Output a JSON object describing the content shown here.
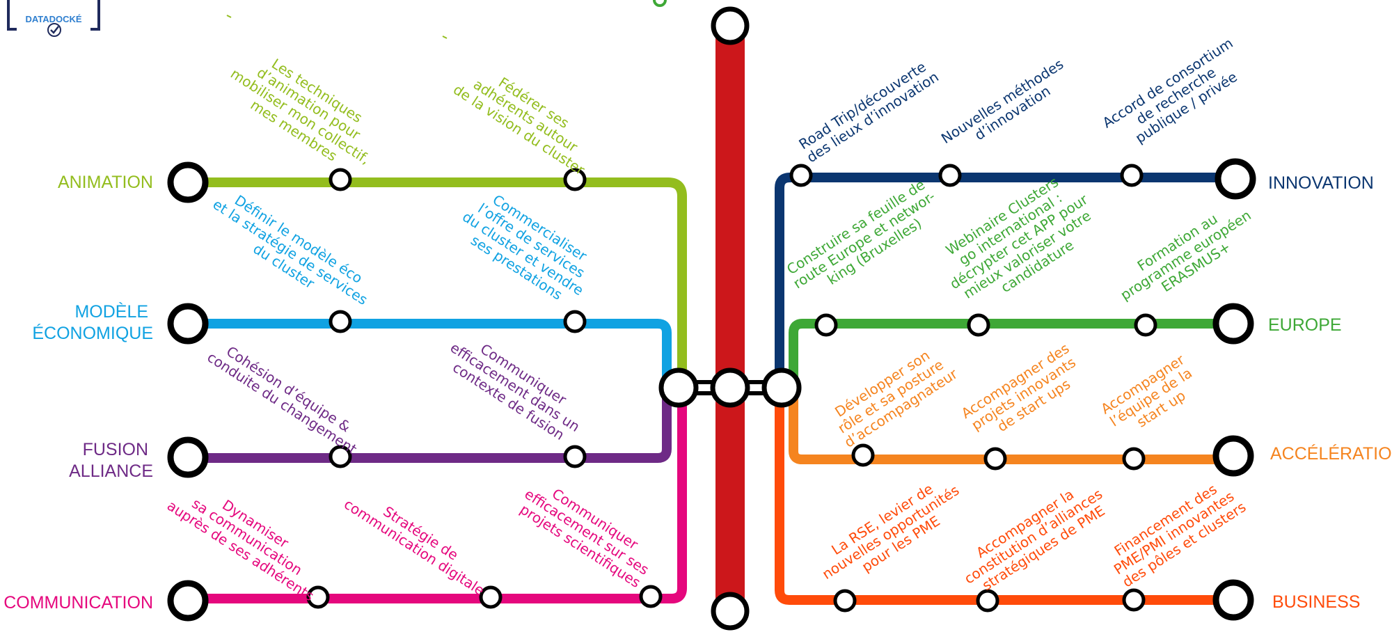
{
  "colors": {
    "animation": "#93bd1e",
    "modele": "#10a2e2",
    "fusion": "#6e2a86",
    "communication": "#e5077d",
    "innovation": "#0b3670",
    "europe": "#3ea836",
    "acceleration": "#f5841f",
    "business": "#ff4b0a",
    "trunk": "#cc171b"
  },
  "logo": {
    "text": "DATADOCKÉ",
    "icon": "checkmark-icon"
  },
  "lines": {
    "animation": {
      "name": [
        "ANIMATION"
      ],
      "stations": [
        [
          "Les techniques",
          "d’animation pour",
          "mobiliser mon collectif,",
          "mes membres"
        ],
        [
          "Fédérer ses",
          "adhérents autour",
          "de la vision du cluster"
        ]
      ]
    },
    "modele": {
      "name": [
        "MODÈLE",
        "ÉCONOMIQUE"
      ],
      "stations": [
        [
          "Définir le modèle éco",
          "et la stratégie de services",
          "du cluster"
        ],
        [
          "Commercialiser",
          "l’offre de services",
          "du cluster et vendre",
          "ses prestations"
        ]
      ]
    },
    "fusion": {
      "name": [
        "FUSION",
        "ALLIANCE"
      ],
      "stations": [
        [
          "Cohésion d’équipe &",
          "conduite du changement"
        ],
        [
          "Communiquer",
          "efficacement dans un",
          "contexte de fusion"
        ]
      ]
    },
    "communication": {
      "name": [
        "COMMUNICATION"
      ],
      "stations": [
        [
          "Dynamiser",
          "sa communication",
          "auprès de ses adhérents"
        ],
        [
          "Stratégie de",
          "communication digitale"
        ],
        [
          "Communiquer",
          "efficacement sur ses",
          "projets scientifiques"
        ]
      ]
    },
    "innovation": {
      "name": [
        "INNOVATION"
      ],
      "stations": [
        [
          "Road Trip/découverte",
          "des lieux d’innovation"
        ],
        [
          "Nouvelles méthodes",
          "d’innovation"
        ],
        [
          "Accord de consortium",
          "de recherche",
          "publique / privée"
        ]
      ]
    },
    "europe": {
      "name": [
        "EUROPE"
      ],
      "stations": [
        [
          "Construire sa feuille de",
          "route Europe et networ-",
          "king  (Bruxelles)"
        ],
        [
          "Webinaire Clusters",
          "go international :",
          "décrypter cet APP pour",
          "mieux valoriser votre",
          "candidature"
        ],
        [
          "Formation au",
          "programme européen",
          "ERASMUS+"
        ]
      ]
    },
    "acceleration": {
      "name": [
        "ACCÉLÉRATION"
      ],
      "stations": [
        [
          "Développer son",
          "rôle et sa posture",
          "d’accompagnateur"
        ],
        [
          "Accompagner des",
          "projets innovants",
          "de start ups"
        ],
        [
          "Accompagner",
          "l’équipe de la",
          "start up"
        ]
      ]
    },
    "business": {
      "name": [
        "BUSINESS"
      ],
      "stations": [
        [
          "La RSE, levier de",
          "nouvelles opportunités",
          "pour les PME"
        ],
        [
          "Accompagner la",
          "constitution d’alliances",
          "stratégiques de PME"
        ],
        [
          "Financement des",
          "PME/PMI innovantes",
          "des pôles et clusters"
        ]
      ]
    }
  }
}
